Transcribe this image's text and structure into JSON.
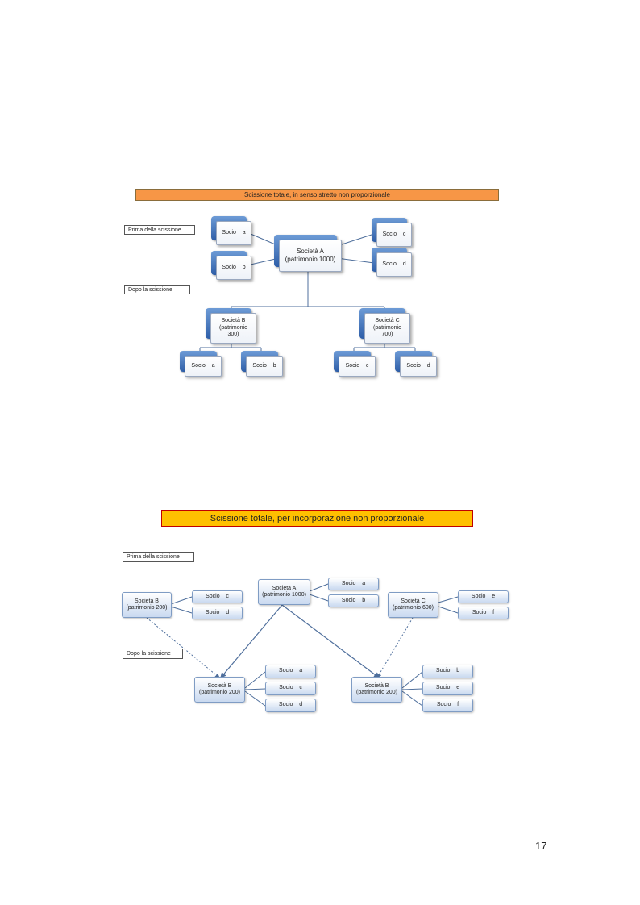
{
  "diagram1": {
    "title": "Scissione totale, in senso stretto non proporzionale",
    "before_label": "Prima della scissione",
    "after_label": "Dopo la scissione",
    "company_a": "Società A\n(patrimonio 1000)",
    "company_b": "Società B\n(patrimonio\n300)",
    "company_c": "Società C\n(patrimonio\n700)",
    "top_partners": [
      "Socio    a",
      "Socio    b",
      "Socio    c",
      "Socio    d"
    ],
    "b_partners": [
      "Socio    a",
      "Socio    b"
    ],
    "c_partners": [
      "Socio    c",
      "Socio    d"
    ]
  },
  "diagram2": {
    "title": "Scissione totale, per incorporazione non proporzionale",
    "before_label": "Prima della scissione",
    "after_label": "Dopo la scissione",
    "company_b_before": "Società B\n(patrimonio 200)",
    "company_a": "Società A\n(patrimonio 1000)",
    "company_c_before": "Società C\n(patrimonio 600)",
    "company_b_after1": "Società B\n(patrimonio 200)",
    "company_b_after2": "Società B\n(patrimonio 200)",
    "b_before_partners": [
      "Socio    c",
      "Socio    d"
    ],
    "a_partners": [
      "Socio    a",
      "Socio    b"
    ],
    "c_before_partners": [
      "Socio    e",
      "Socio    f"
    ],
    "b_after1_partners": [
      "Socio    a",
      "Socio    c",
      "Socio    d"
    ],
    "b_after2_partners": [
      "Socio    b",
      "Socio    e",
      "Socio    f"
    ]
  },
  "page_number": "17"
}
